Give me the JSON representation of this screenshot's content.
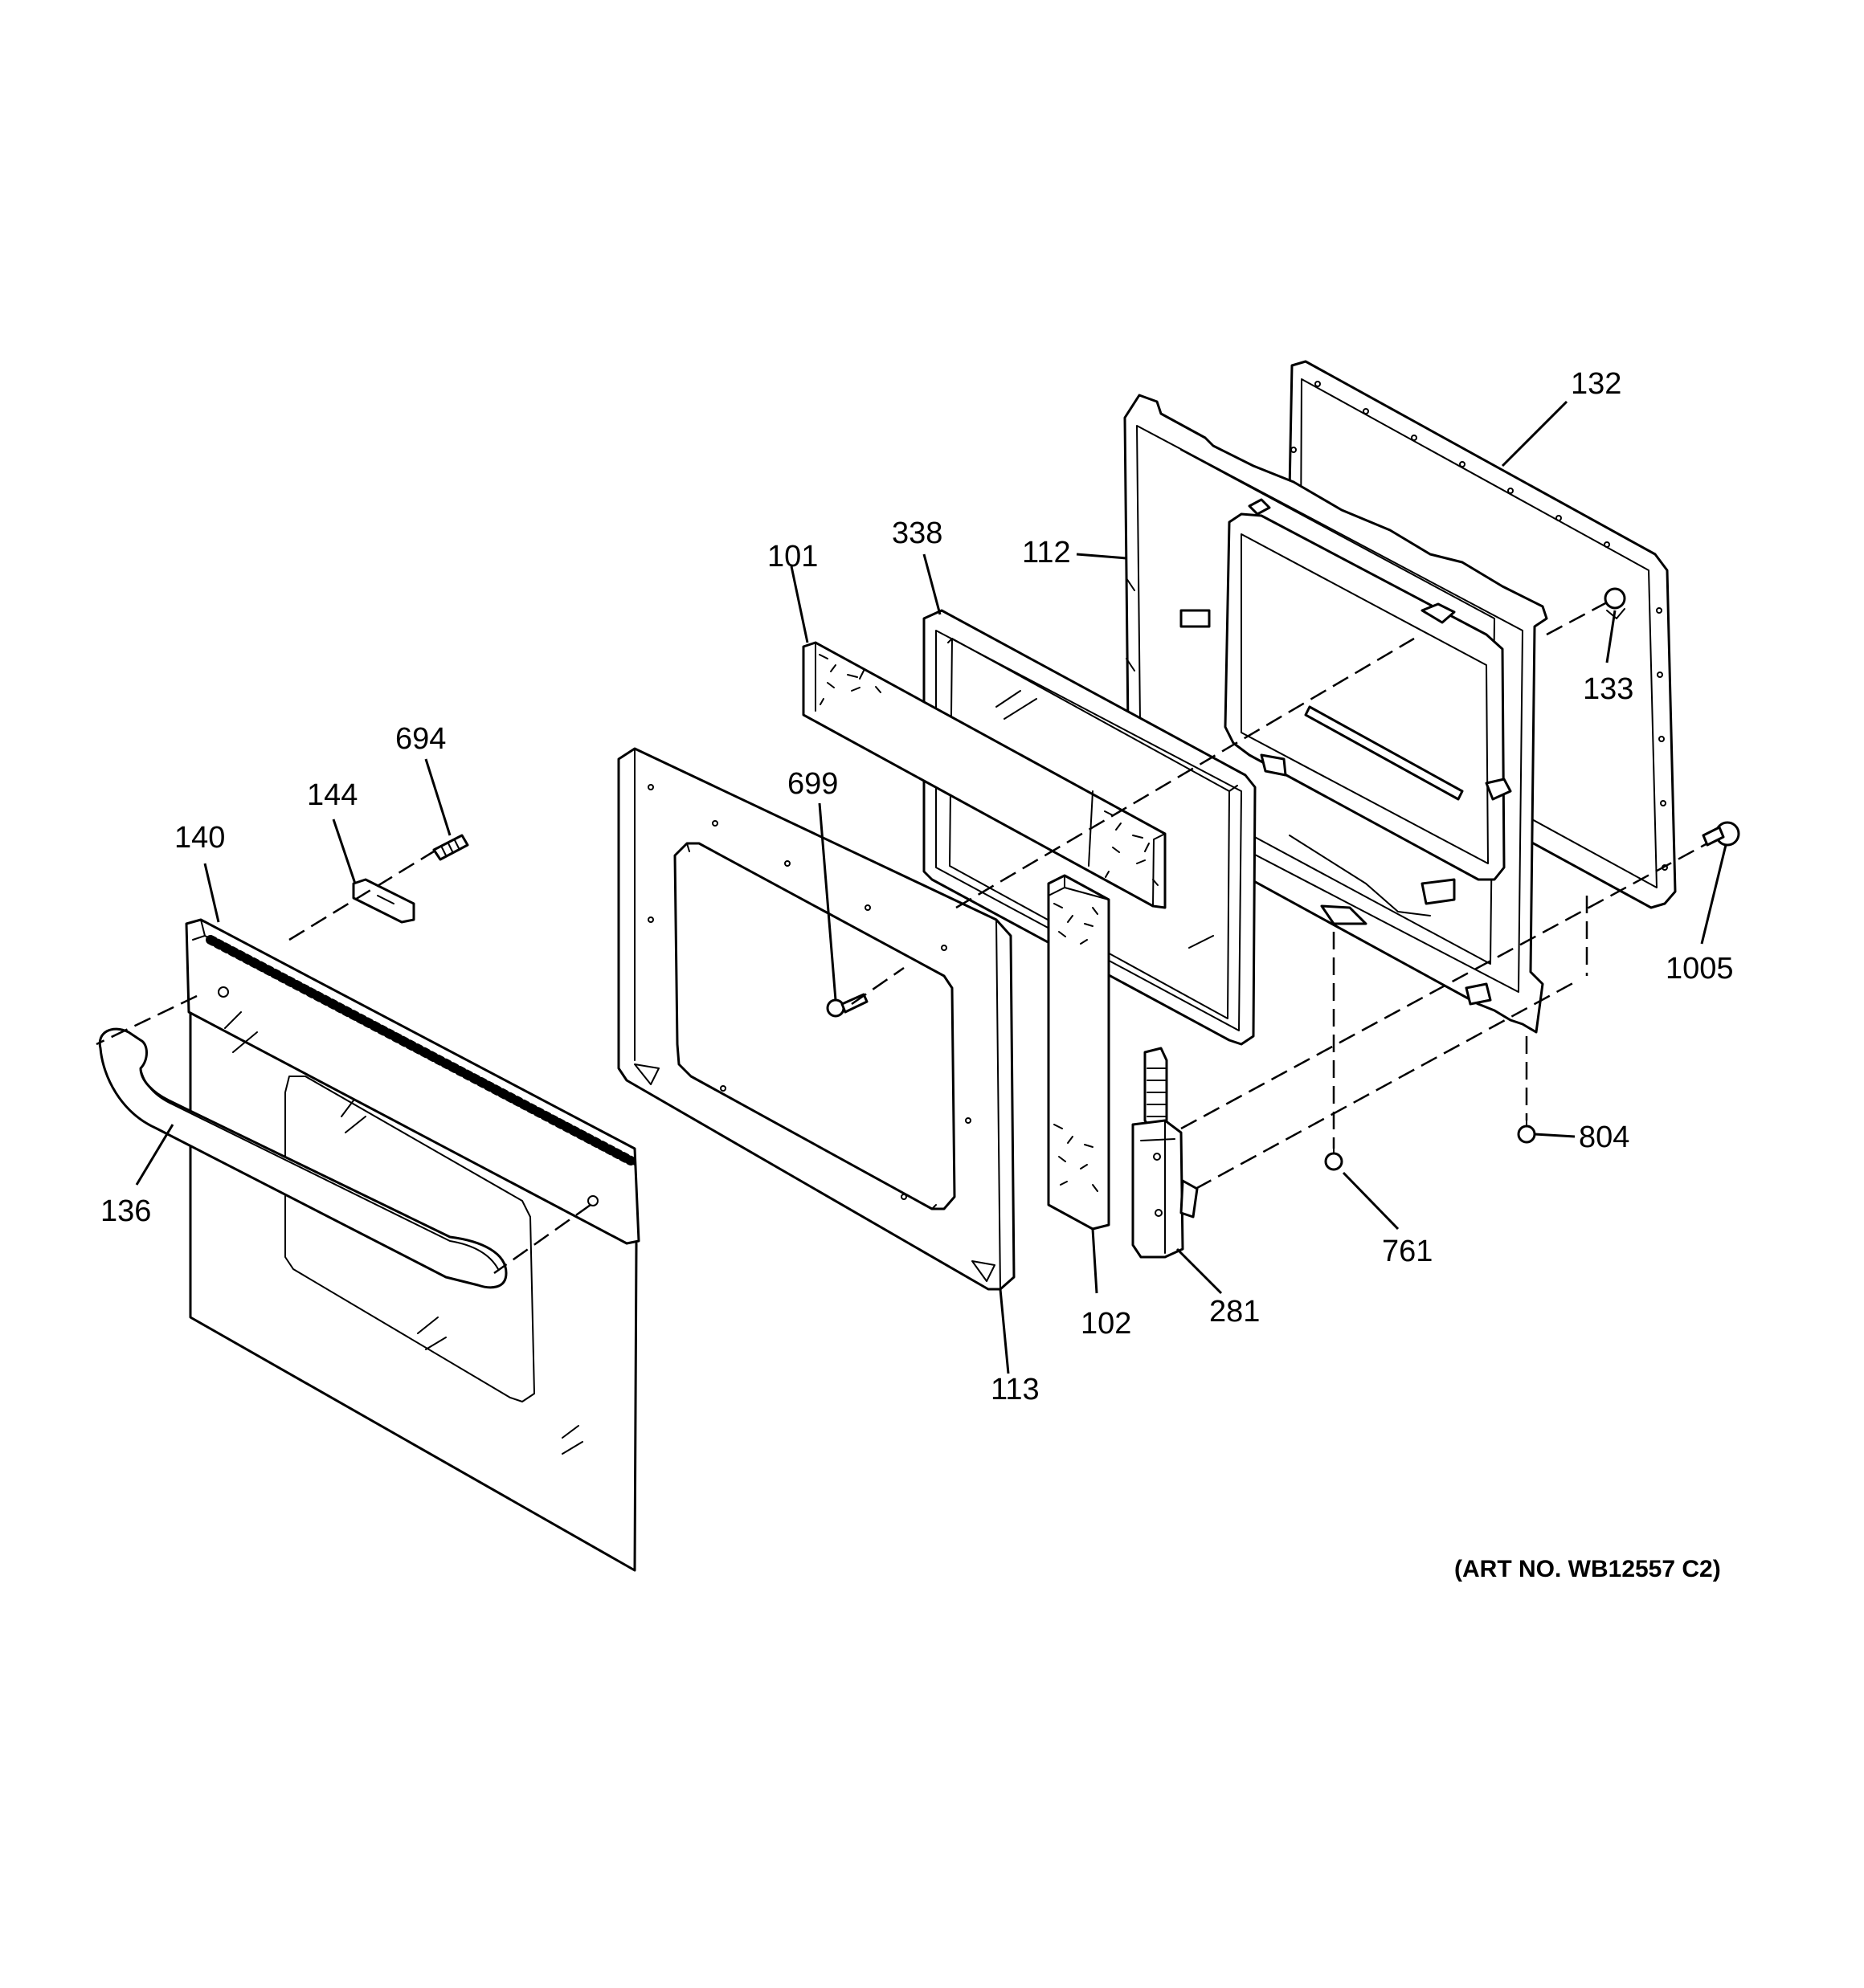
{
  "diagram": {
    "callouts": {
      "c132": "132",
      "c338": "338",
      "c112": "112",
      "c101": "101",
      "c133": "133",
      "c694": "694",
      "c144": "144",
      "c699": "699",
      "c140": "140",
      "c1005": "1005",
      "c136": "136",
      "c804": "804",
      "c761": "761",
      "c102": "102",
      "c281": "281",
      "c113": "113"
    },
    "art_number": "(ART NO. WB12557 C2)"
  }
}
